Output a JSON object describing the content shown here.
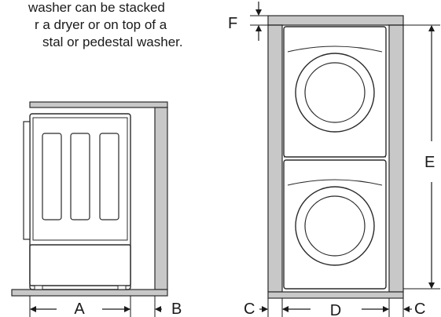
{
  "intro_lines": [
    "washer can be stacked",
    "r a dryer or on top of a",
    "stal or pedestal washer."
  ],
  "dimension_labels": {
    "A": "A",
    "B": "B",
    "C_left": "C",
    "D": "D",
    "C_right": "C",
    "E": "E",
    "F": "F"
  },
  "colors": {
    "wall": "#c8c8c8",
    "outline": "#2a2a2a",
    "text": "#1a1a1a"
  }
}
